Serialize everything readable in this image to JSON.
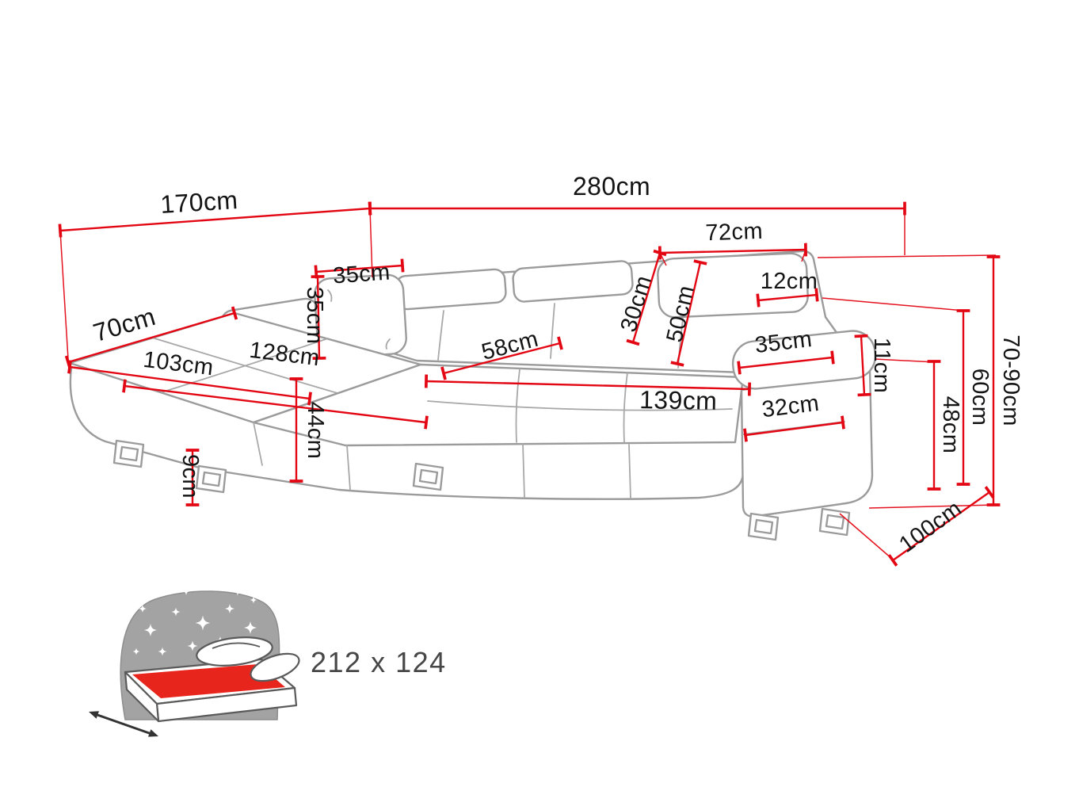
{
  "colors": {
    "dimension_line": "#e30613",
    "artwork_line": "#9b9b9b",
    "label_text": "#141414",
    "bed_highlight": "#e8251d",
    "headboard_fill": "#a3a3a3"
  },
  "dims": {
    "back_depth_left": "170cm",
    "total_width": "280cm",
    "headrest_width": "72cm",
    "headrest_thickness": "12cm",
    "pillow_width": "35cm",
    "pillow_height": "35cm",
    "headrest_panel_height": "30cm",
    "backrest_height": "50cm",
    "overall_height_range": "70-90cm",
    "chaise_end_depth": "70cm",
    "chaise_width": "103cm",
    "chaise_length": "128cm",
    "seat_depth": "58cm",
    "armrest_pad_length": "35cm",
    "armrest_pad_thickness": "11cm",
    "seat_width": "139cm",
    "armrest_width": "32cm",
    "armrest_height": "48cm",
    "backrest_side_height": "60cm",
    "seat_height": "44cm",
    "leg_height": "9cm",
    "total_depth_right": "100cm"
  },
  "bed": {
    "sleeping_area": "212 x 124"
  }
}
